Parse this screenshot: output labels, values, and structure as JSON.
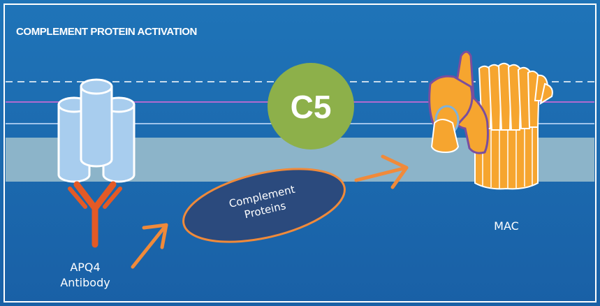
{
  "title": "COMPLEMENT PROTEIN ACTIVATION",
  "c5_label": "C5",
  "complement_line1": "Complement",
  "complement_line2": "Proteins",
  "apq4_line1": "APQ4",
  "apq4_line2": "Antibody",
  "mac_label": "MAC",
  "colors": {
    "background_top": "#1d6fb3",
    "background_bottom": "#1a63a8",
    "band": "#8cb4c9",
    "c5_circle": "#8db04a",
    "ellipse": "#2b4a7d",
    "arrow": "#f08a3a",
    "antibody": "#e35a26",
    "channel": "#a8cdee",
    "mac": "#f6a52f",
    "mac_purple": "#7a4e9e"
  }
}
